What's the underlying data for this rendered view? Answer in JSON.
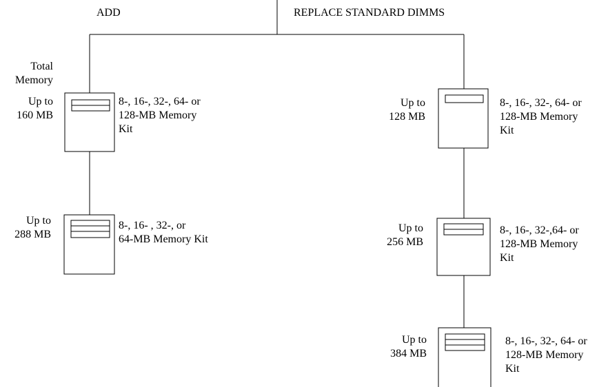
{
  "headers": {
    "add": "ADD",
    "replace": "REPLACE STANDARD DIMMS"
  },
  "total_memory_label": "Total\nMemory",
  "add_branch": [
    {
      "total": "Up to\n160 MB",
      "kit": "8-, 16-, 32-, 64- or\n128-MB Memory\nKit"
    },
    {
      "total": "Up to\n288 MB",
      "kit": "8-, 16- , 32-, or\n64-MB Memory Kit"
    }
  ],
  "replace_branch": [
    {
      "total": "Up to\n128 MB",
      "kit": "8-, 16-, 32-, 64- or\n128-MB Memory\nKit"
    },
    {
      "total": "Up to\n256 MB",
      "kit": "8-, 16-, 32-,64- or\n128-MB Memory\nKit"
    },
    {
      "total": "Up to\n384 MB",
      "kit": "8-, 16-, 32-, 64- or\n128-MB Memory\nKit"
    }
  ]
}
